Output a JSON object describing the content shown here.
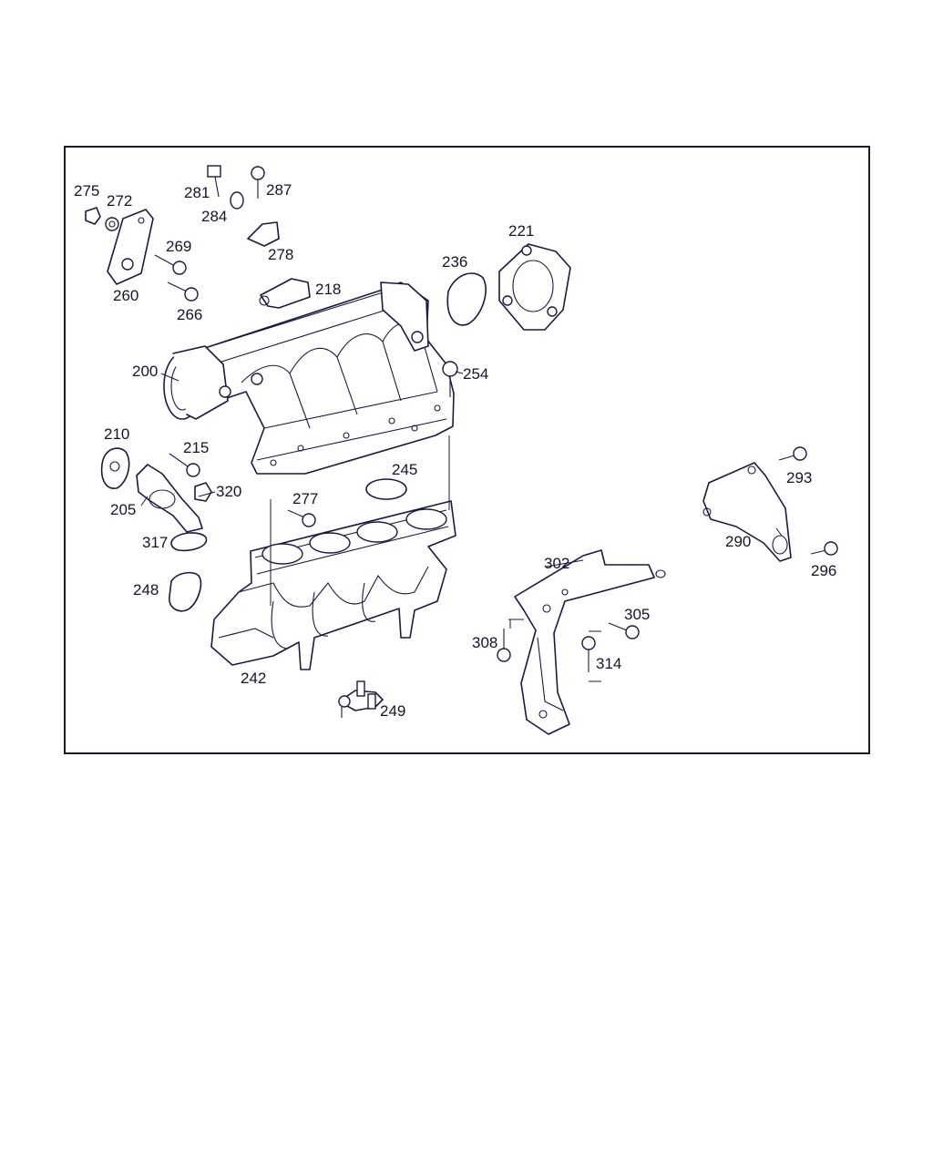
{
  "diagram": {
    "callouts": [
      {
        "id": "275",
        "text": "275"
      },
      {
        "id": "272",
        "text": "272"
      },
      {
        "id": "281",
        "text": "281"
      },
      {
        "id": "287",
        "text": "287"
      },
      {
        "id": "284",
        "text": "284"
      },
      {
        "id": "269",
        "text": "269"
      },
      {
        "id": "278",
        "text": "278"
      },
      {
        "id": "260",
        "text": "260"
      },
      {
        "id": "266",
        "text": "266"
      },
      {
        "id": "218",
        "text": "218"
      },
      {
        "id": "236",
        "text": "236"
      },
      {
        "id": "221",
        "text": "221"
      },
      {
        "id": "200",
        "text": "200"
      },
      {
        "id": "254",
        "text": "254"
      },
      {
        "id": "210",
        "text": "210"
      },
      {
        "id": "215",
        "text": "215"
      },
      {
        "id": "245",
        "text": "245"
      },
      {
        "id": "320",
        "text": "320"
      },
      {
        "id": "205",
        "text": "205"
      },
      {
        "id": "277",
        "text": "277"
      },
      {
        "id": "293",
        "text": "293"
      },
      {
        "id": "317",
        "text": "317"
      },
      {
        "id": "290",
        "text": "290"
      },
      {
        "id": "302",
        "text": "302"
      },
      {
        "id": "296",
        "text": "296"
      },
      {
        "id": "248",
        "text": "248"
      },
      {
        "id": "305",
        "text": "305"
      },
      {
        "id": "308",
        "text": "308"
      },
      {
        "id": "314",
        "text": "314"
      },
      {
        "id": "242",
        "text": "242"
      },
      {
        "id": "249",
        "text": "249"
      }
    ]
  }
}
